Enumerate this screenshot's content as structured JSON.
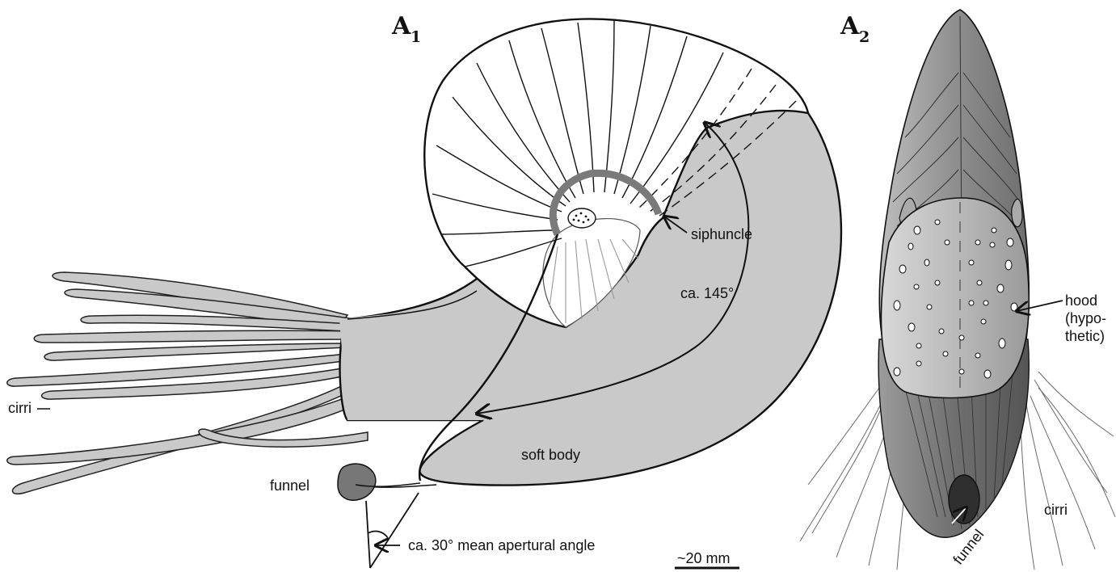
{
  "panels": {
    "a1": {
      "letter": "A",
      "sub": "1"
    },
    "a2": {
      "letter": "A",
      "sub": "2"
    }
  },
  "labels": {
    "siphuncle": "siphuncle",
    "angle": "ca. 145°",
    "soft_body": "soft body",
    "cirri_left": "cirri",
    "funnel_left": "funnel",
    "apertural": "ca. 30° mean apertural angle",
    "scale": "~20 mm",
    "hood_1": "hood",
    "hood_2": "(hypo-",
    "hood_3": "thetic)",
    "cirri_right": "cirri",
    "funnel_right": "funnel"
  },
  "colors": {
    "soft_body": "#c9c9c9",
    "funnel_dark": "#3a3a3a",
    "funnel_mid": "#777777",
    "siphuncle": "#7a7a7a",
    "hood": "#c4c4c4",
    "shell_right": "#9a9a9a"
  }
}
